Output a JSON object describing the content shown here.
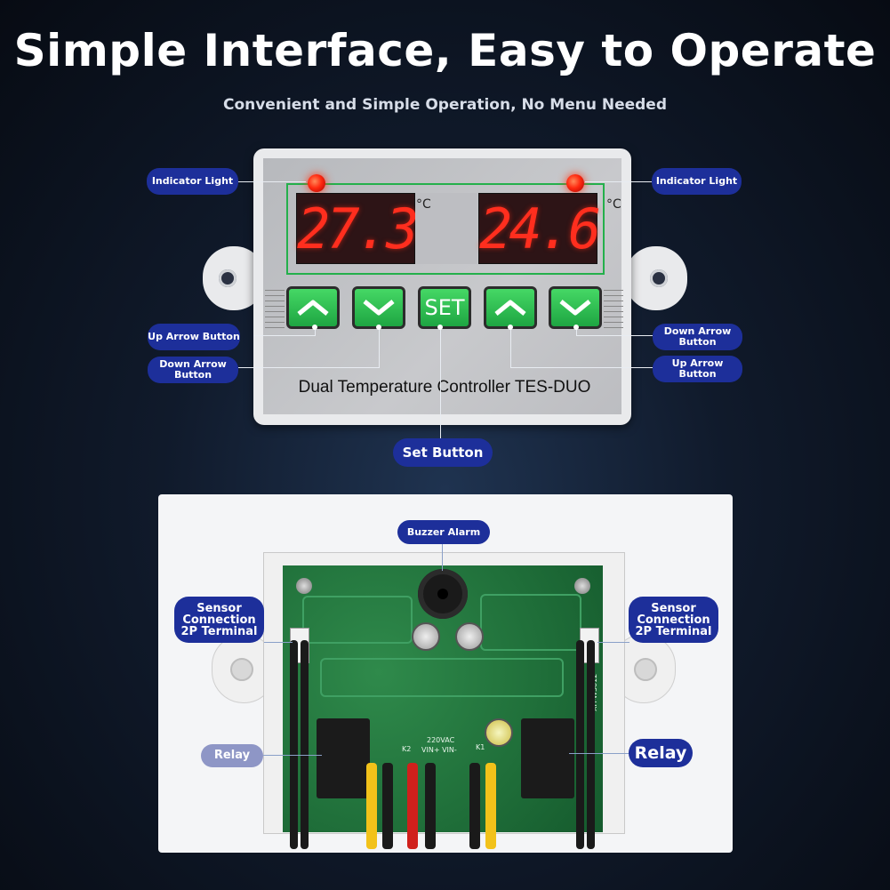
{
  "header": {
    "title": "Simple Interface, Easy to Operate",
    "subtitle": "Convenient and Simple Operation, No Menu Needed"
  },
  "controller": {
    "display_left": "27.3",
    "display_right": "24.6",
    "unit": "°C",
    "set_label": "SET",
    "model": "Dual Temperature Controller TES-DUO"
  },
  "labels": {
    "indicator_left": "Indicator Light",
    "indicator_right": "Indicator Light",
    "up_left": "Up Arrow Button",
    "down_left": "Down Arrow Button",
    "down_right": "Down Arrow Button",
    "up_right": "Up Arrow Button",
    "set": "Set Button",
    "buzzer": "Buzzer Alarm",
    "sensor_left": "Sensor Connection 2P Terminal",
    "sensor_right": "Sensor Connection 2P Terminal",
    "relay_left": "Relay",
    "relay_right": "Relay"
  },
  "board": {
    "voltage": "220VAC",
    "k2": "K2",
    "k1": "K1",
    "vin": "VIN+ VIN-",
    "model_mark": "XH-W3012"
  },
  "colors": {
    "accent_label": "#1d2f9a",
    "button_green": "#1ea542",
    "display_red": "#ff2e1e",
    "led_red": "#ff2a10",
    "frame_green": "#24b04b"
  },
  "icons": {
    "up": "chevron-up-icon",
    "down": "chevron-down-icon"
  }
}
